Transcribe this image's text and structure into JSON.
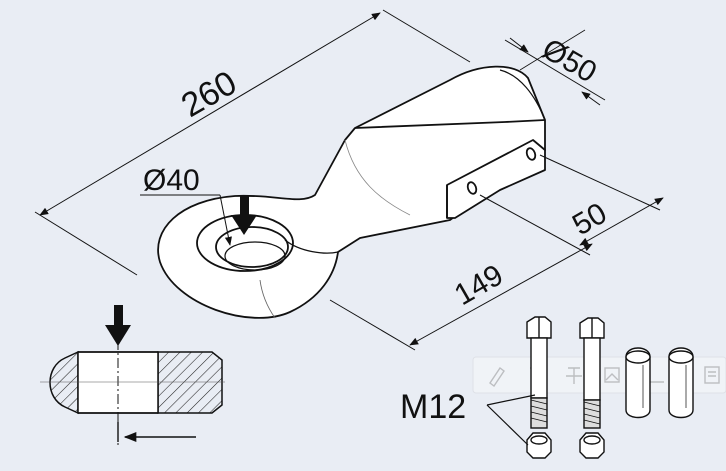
{
  "dimensions": {
    "length_overall": "260",
    "bolt_spacing": "149",
    "eye_diameter": "Ø40",
    "shank_diameter": "Ø50",
    "shank_height": "50"
  },
  "fastener_label": "M12",
  "toolbar": {
    "icons": [
      "pen-icon",
      "text-cursor-icon",
      "strikethrough-icon",
      "image-icon",
      "crop-icon",
      "note-icon"
    ]
  }
}
